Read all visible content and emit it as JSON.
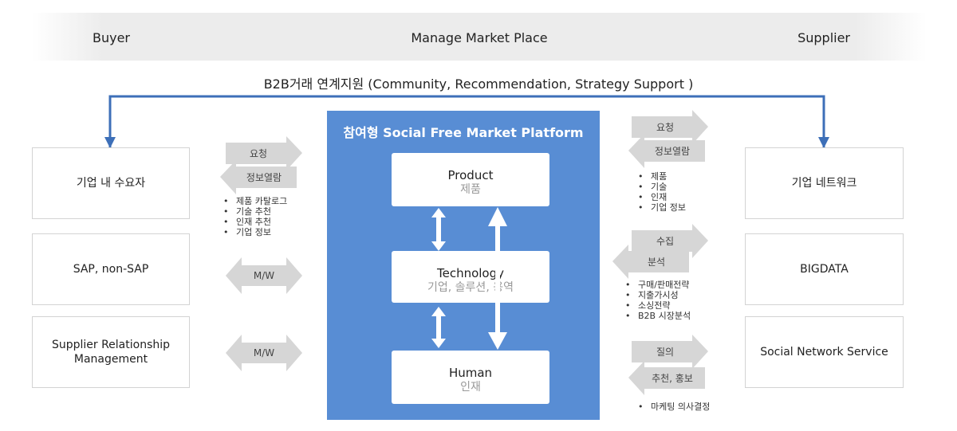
{
  "header": {
    "buyer": "Buyer",
    "center": "Manage Market Place",
    "supplier": "Supplier"
  },
  "b2b_title": "B2B거래 연계지원 (Community, Recommendation, Strategy Support )",
  "left_boxes": [
    "기업 내 수요자",
    "SAP, non-SAP",
    "Supplier Relationship Management"
  ],
  "right_boxes": [
    "기업 네트워크",
    "BIGDATA",
    "Social Network Service"
  ],
  "platform": {
    "title": "참여형 Social Free Market Platform",
    "product": {
      "en": "Product",
      "ko": "제품"
    },
    "technology": {
      "en": "Technology",
      "ko": "기업, 솔루션, 용역"
    },
    "human": {
      "en": "Human",
      "ko": "인재"
    }
  },
  "left_flows": {
    "request": "요청",
    "info_view": "정보열람",
    "bullets": [
      "제품 카탈로그",
      "기술 추천",
      "인재 추천",
      "기업 정보"
    ],
    "mw_1": "M/W",
    "mw_2": "M/W"
  },
  "right_flows": {
    "request": "요청",
    "info_view": "정보열람",
    "bullets_1": [
      "제품",
      "기술",
      "인재",
      "기업 정보"
    ],
    "collect": "수집",
    "analyze": "분석",
    "bullets_2": [
      "구매/판매전략",
      "지출가시성",
      "소싱전략",
      "B2B 시장분석"
    ],
    "query": "질의",
    "recommend": "추천, 홍보",
    "bullets_3": [
      "마케팅 의사결정"
    ]
  },
  "colors": {
    "accent": "#588dd4",
    "line": "#3d6fb8",
    "arrow_gray": "#d6d6d6",
    "box_border": "#d3d3d3"
  }
}
